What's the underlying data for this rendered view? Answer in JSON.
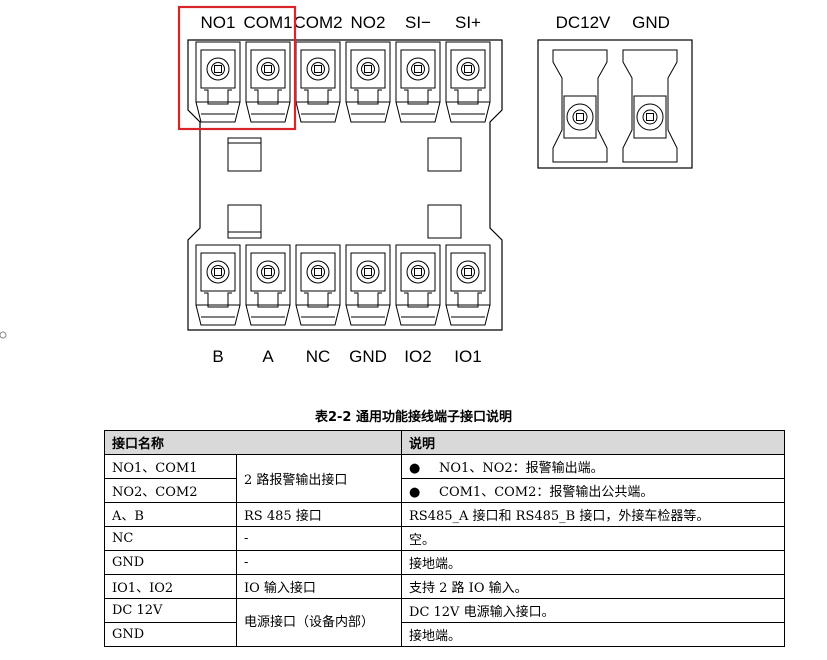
{
  "top_labels": [
    "NO1",
    "COM1",
    "COM2",
    "NO2",
    "SI−",
    "SI+"
  ],
  "bottom_labels": [
    "B",
    "A",
    "NC",
    "GND",
    "IO2",
    "IO1"
  ],
  "power_labels": [
    "DC12V",
    "GND"
  ],
  "table": {
    "caption": "表2-2  通用功能接线端子接口说明",
    "header": [
      "接口名称",
      "说明"
    ],
    "rows": {
      "r1": {
        "name": "NO1、COM1",
        "type": "2 路报警输出接口",
        "desc1": "NO1、NO2：报警输出端。"
      },
      "r2": {
        "name": "NO2、COM2",
        "desc2": "COM1、COM2：报警输出公共端。"
      },
      "r3": {
        "name": "A、B",
        "type": "RS 485 接口",
        "desc": "RS485_A 接口和 RS485_B 接口，外接车检器等。"
      },
      "r4": {
        "name": "NC",
        "type": "-",
        "desc": "空。"
      },
      "r5": {
        "name": "GND",
        "type": "-",
        "desc": "接地端。"
      },
      "r6": {
        "name": "IO1、IO2",
        "type": "IO 输入接口",
        "desc": "支持 2 路 IO 输入。"
      },
      "r7": {
        "name": "DC 12V",
        "type": "电源接口（设备内部）",
        "desc": "DC 12V 电源输入接口。"
      },
      "r8": {
        "name": "GND",
        "desc": "接地端。"
      }
    },
    "bullet": "●"
  },
  "colors": {
    "highlight": "#d9252a",
    "header_bg": "#d9d9d9"
  }
}
